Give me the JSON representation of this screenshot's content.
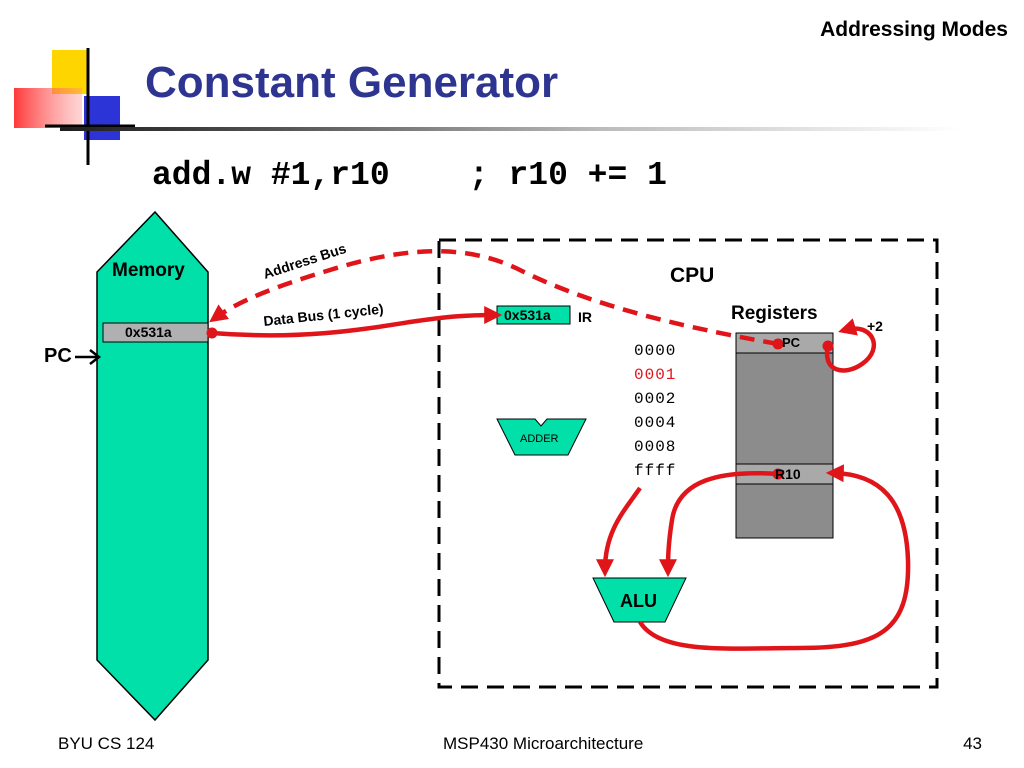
{
  "header": {
    "topic": "Addressing Modes"
  },
  "title": "Constant Generator",
  "instruction": "add.w #1,r10    ; r10 += 1",
  "memory": {
    "label": "Memory",
    "cell_value": "0x531a",
    "pc_label": "PC"
  },
  "buses": {
    "address_bus": "Address Bus",
    "data_bus": "Data Bus (1 cycle)"
  },
  "cpu": {
    "label": "CPU",
    "ir_value": "0x531a",
    "ir_label": "IR",
    "adder_label": "ADDER",
    "constants": [
      "0000",
      "0001",
      "0002",
      "0004",
      "0008",
      "ffff"
    ],
    "selected_constant": "0001",
    "registers": {
      "label": "Registers",
      "pc_label": "PC",
      "pc_increment": "+2",
      "r10_label": "R10"
    },
    "alu_label": "ALU"
  },
  "colors": {
    "title": "#2d3591",
    "memory_fill": "#00e0a8",
    "arrow_red": "#e0151a",
    "register_fill": "#8c8c8c",
    "cell_fill": "#b0b0b0",
    "selected_constant": "#e0151a"
  },
  "footer": {
    "course": "BYU CS 124",
    "subject": "MSP430 Microarchitecture",
    "page": "43"
  }
}
